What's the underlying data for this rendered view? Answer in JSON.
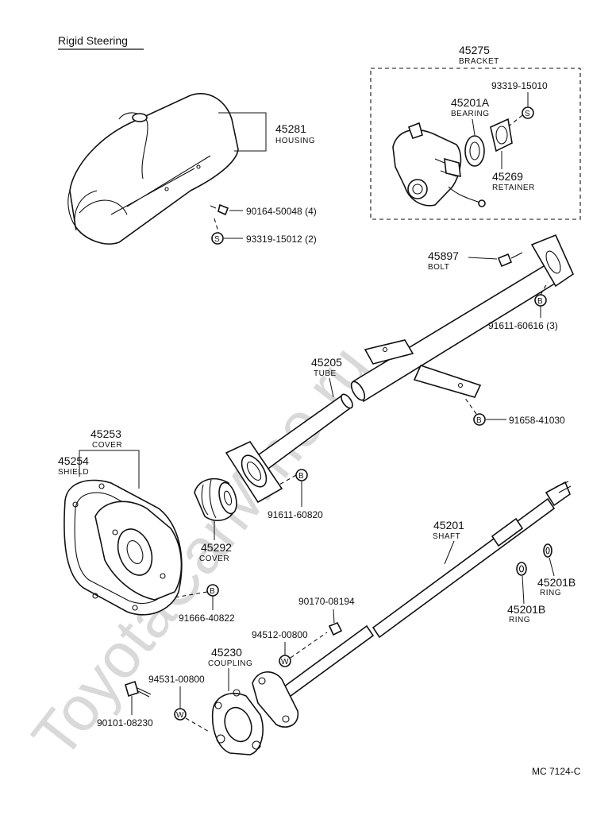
{
  "title": "Rigid Steering",
  "drawing_code": "MC  7124-C",
  "watermark": "ToyotaCarMine.ru",
  "parts": {
    "housing": {
      "num": "45281",
      "name": "HOUSING"
    },
    "bracket": {
      "num": "45275",
      "name": "BRACKET"
    },
    "bearing": {
      "num": "45201A",
      "name": "BEARING"
    },
    "retainer": {
      "num": "45269",
      "name": "RETAINER"
    },
    "bolt": {
      "num": "45897",
      "name": "BOLT"
    },
    "tube": {
      "num": "45205",
      "name": "TUBE"
    },
    "cover_big": {
      "num": "45253",
      "name": "COVER"
    },
    "shield": {
      "num": "45254",
      "name": "SHIELD"
    },
    "cover_small": {
      "num": "45292",
      "name": "COVER"
    },
    "shaft": {
      "num": "45201",
      "name": "SHAFT"
    },
    "ring_1": {
      "num": "45201B",
      "name": "RING"
    },
    "ring_2": {
      "num": "45201B",
      "name": "RING"
    },
    "coupling": {
      "num": "45230",
      "name": "COUPLING"
    }
  },
  "fasteners": {
    "screw_housing": "90164-50048 (4)",
    "washer_housing": "93319-15012 (2)",
    "washer_bracket": "93319-15010",
    "bolt_tube_top": "91611-60616 (3)",
    "bolt_bracket": "91658-41030",
    "bolt_tube_flange": "91611-60820",
    "bolt_cover": "91666-40822",
    "nut_shaft": "90170-08194",
    "washer_shaft": "94512-00800",
    "washer_coupling": "94531-00800",
    "bolt_coupling": "90101-08230"
  },
  "symbols": {
    "s": "S",
    "b": "B",
    "w": "W"
  }
}
